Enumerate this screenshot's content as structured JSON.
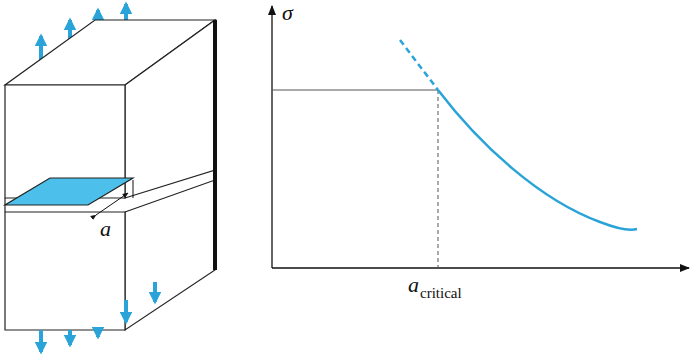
{
  "diagram": {
    "labels": [
      "a",
      "σ",
      "a",
      "critical"
    ]
  }
}
